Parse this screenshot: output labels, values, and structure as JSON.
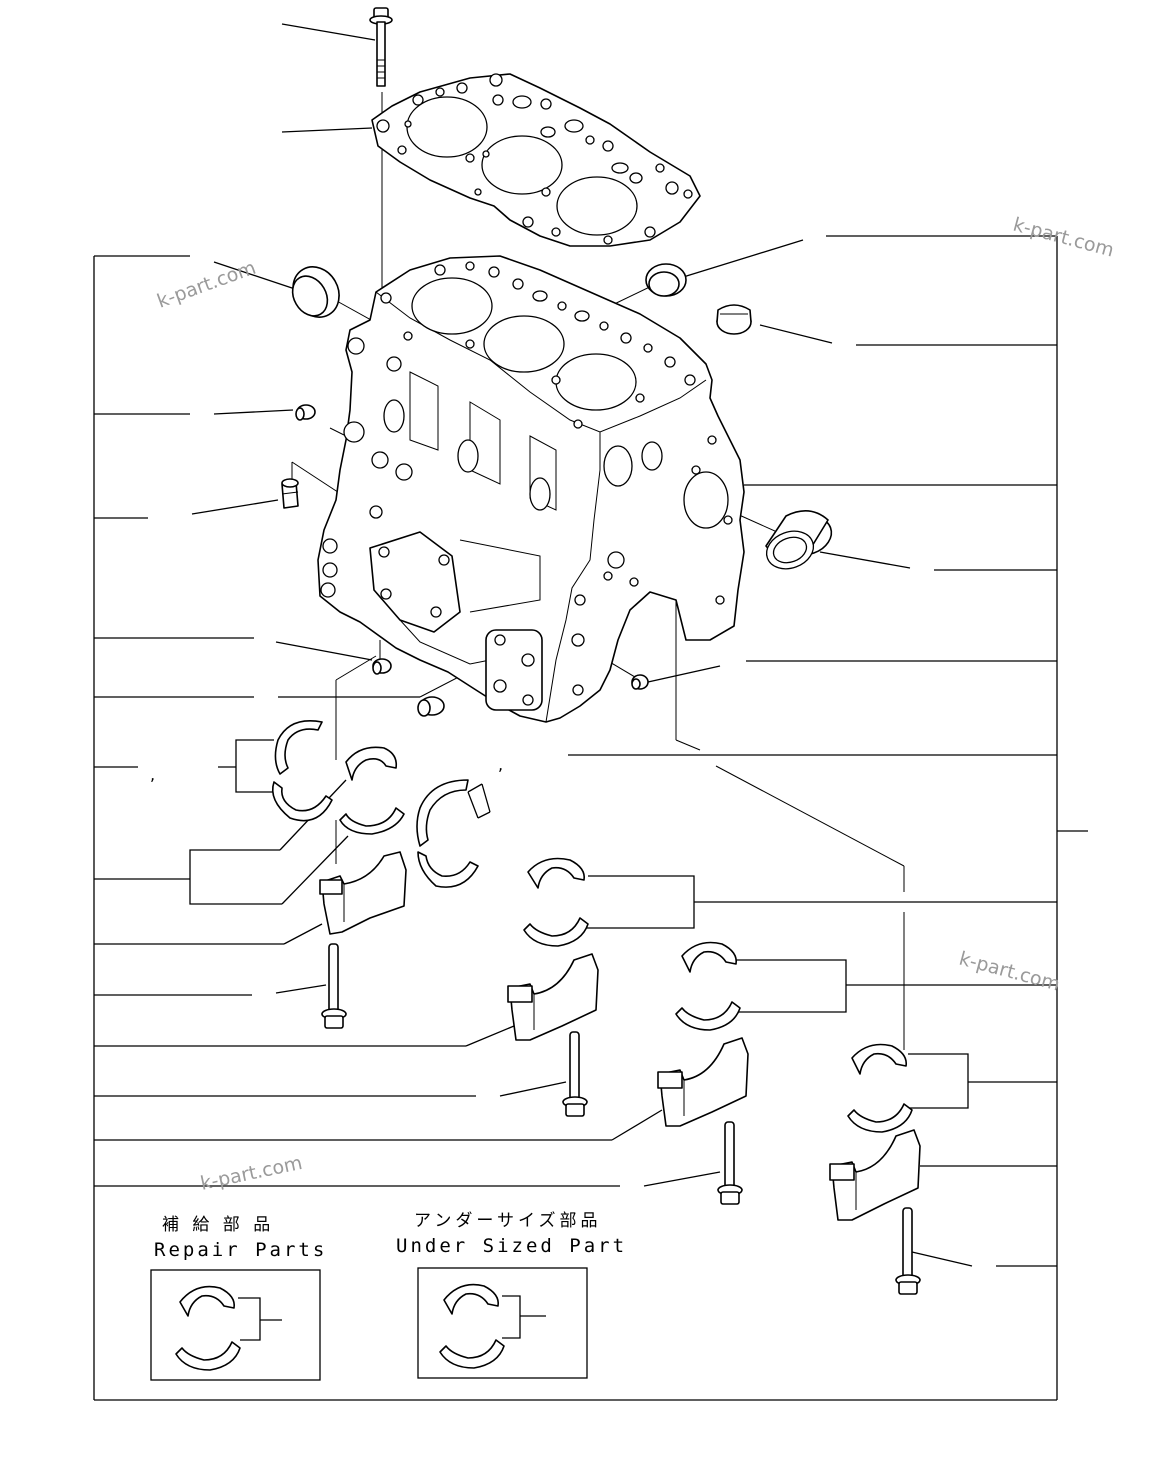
{
  "watermark": "k-part.com",
  "legend": {
    "repair_parts_jp": "補 給 部 品",
    "repair_parts_en": "Repair Parts",
    "undersized_jp": "アンダーサイズ部品",
    "undersized_en": "Under Sized Part"
  },
  "stray_marks": {
    "comma_a": ",",
    "comma_b": ","
  }
}
